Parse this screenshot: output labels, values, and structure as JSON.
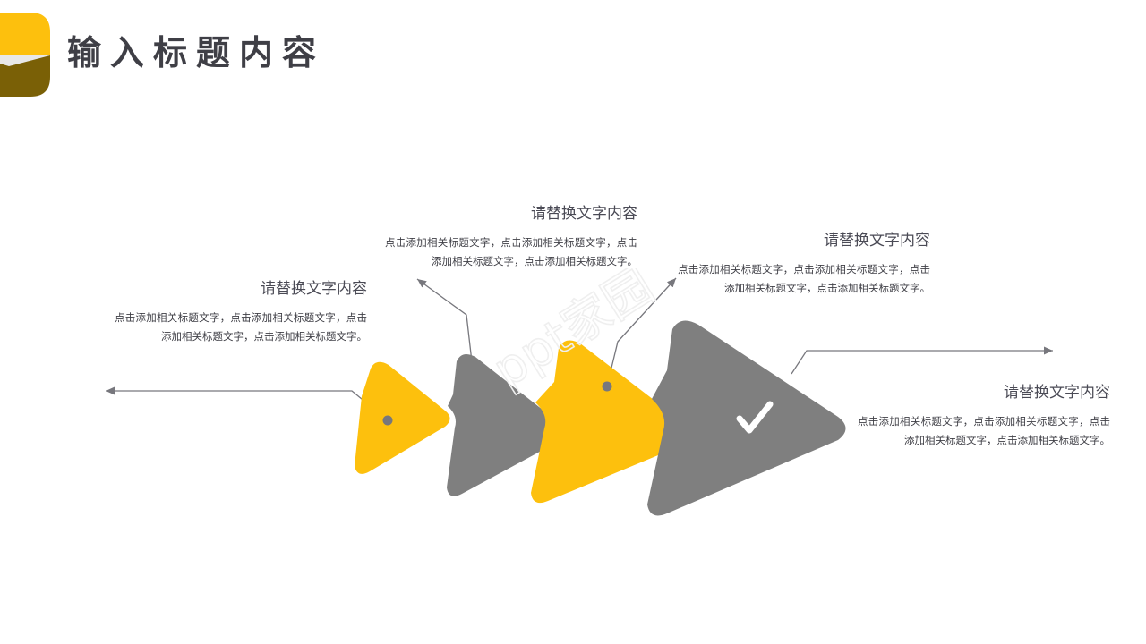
{
  "header": {
    "title": "输入标题内容",
    "ribbon_icon": "ribbon-bookmark-icon",
    "ribbon_color_top": "#FDC00D",
    "ribbon_color_bottom": "#7A6006"
  },
  "theme": {
    "yellow": "#FDC00D",
    "gray": "#7F7F7F",
    "text_dark": "#3f3f46",
    "title_gray": "#4a4a55",
    "connector": "#77777d",
    "background": "#ffffff"
  },
  "watermark": {
    "text": "ppt家园"
  },
  "diagram": {
    "type": "chevron-process",
    "step_count": 4,
    "completion_icon": "check-mark-icon",
    "steps": [
      {
        "index": 1,
        "shape": "rounded-triangle",
        "color": "#FDC00D",
        "has_check": false
      },
      {
        "index": 2,
        "shape": "chevron",
        "color": "#7F7F7F",
        "has_check": false
      },
      {
        "index": 3,
        "shape": "chevron",
        "color": "#FDC00D",
        "has_check": false
      },
      {
        "index": 4,
        "shape": "chevron",
        "color": "#7F7F7F",
        "has_check": true
      }
    ]
  },
  "callouts": [
    {
      "id": 1,
      "title": "请替换文字内容",
      "body": "点击添加相关标题文字，点击添加相关标题文字，点击添加相关标题文字，点击添加相关标题文字。"
    },
    {
      "id": 2,
      "title": "请替换文字内容",
      "body": "点击添加相关标题文字，点击添加相关标题文字，点击添加相关标题文字，点击添加相关标题文字。"
    },
    {
      "id": 3,
      "title": "请替换文字内容",
      "body": "点击添加相关标题文字，点击添加相关标题文字，点击添加相关标题文字，点击添加相关标题文字。"
    },
    {
      "id": 4,
      "title": "请替换文字内容",
      "body": "点击添加相关标题文字，点击添加相关标题文字，点击添加相关标题文字，点击添加相关标题文字。"
    }
  ]
}
